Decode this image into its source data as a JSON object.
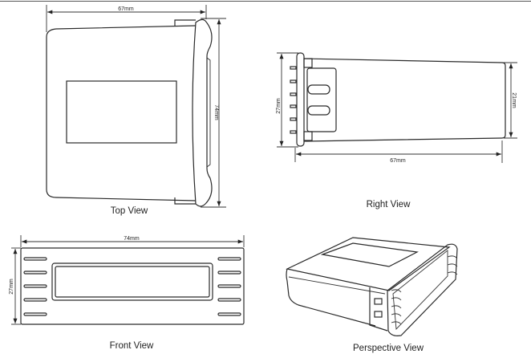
{
  "views": {
    "top": {
      "caption": "Top View",
      "width_label": "67mm",
      "height_label": "74mm"
    },
    "right": {
      "caption": "Right View",
      "height_label": "27mm",
      "depth_label": "21mm",
      "length_label": "67mm"
    },
    "front": {
      "caption": "Front View",
      "width_label": "74mm",
      "height_label": "27mm"
    },
    "perspective": {
      "caption": "Perspective View"
    }
  }
}
